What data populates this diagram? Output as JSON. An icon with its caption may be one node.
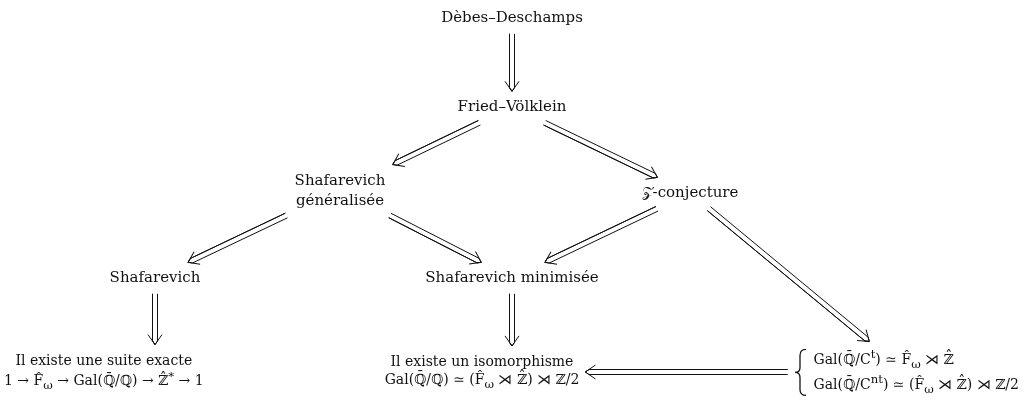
{
  "diagram": {
    "nodes": [
      {
        "text": [
          "Dèbes–Deschamps"
        ]
      },
      {
        "text": [
          "Fried–Völklein"
        ]
      },
      {
        "text": [
          "Shafarevich généralisée"
        ]
      },
      {
        "text": [
          "𝒵-conjecture"
        ]
      },
      {
        "text": [
          "Shafarevich"
        ]
      },
      {
        "text": [
          "Shafarevich minimisée"
        ]
      },
      {
        "text": [
          "Il existe une suite exacte",
          "1 → F̂$_{ω}$ → Gal(ℚ̄/ℚ) → ℤ̂$^{*}$ → 1"
        ]
      },
      {
        "text": [
          "Il existe un isomorphisme",
          "Gal(ℚ̄/ℚ) ≃ (F̂$_{ω}$ ⋊ ℤ̂) ⋊ ℤ/2"
        ]
      },
      {
        "text": [
          "Gal(ℚ̄/C$^{t}$) ≃ F̂$_{ω}$ ⋊ ℤ̂",
          "Gal(ℚ̄/C$^{nt}$) ≃ (F̂$_{ω}$ ⋊ ℤ̂) ⋊ ℤ/2"
        ]
      }
    ],
    "edges": [
      {
        "from": 0,
        "to": 1,
        "arrow": "to"
      },
      {
        "from": 1,
        "to": 2,
        "arrow": "to"
      },
      {
        "from": 1,
        "to": 3,
        "arrow": "to"
      },
      {
        "from": 2,
        "to": 4,
        "arrow": "to"
      },
      {
        "from": 2,
        "to": 5,
        "arrow": "to"
      },
      {
        "from": 3,
        "to": 5,
        "arrow": "to"
      },
      {
        "from": 3,
        "to": 8,
        "arrow": "to"
      },
      {
        "from": 4,
        "to": 6,
        "arrow": "to"
      },
      {
        "from": 5,
        "to": 7,
        "arrow": "to"
      },
      {
        "from": 8,
        "to": 7,
        "arrow": "to"
      }
    ]
  }
}
